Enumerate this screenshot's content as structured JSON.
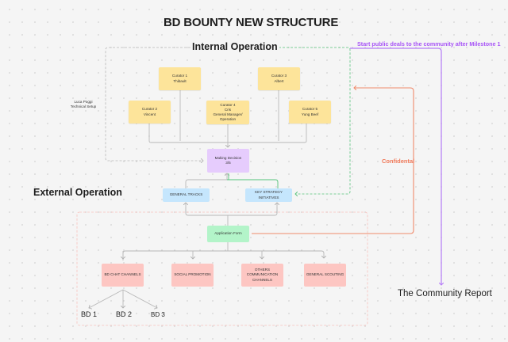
{
  "diagram": {
    "title": "BD BOUNTY NEW STRUCTURE",
    "sections": {
      "internal": "Internal Operation",
      "external": "External Operation"
    },
    "side_note": {
      "line1": "Luca Poggi",
      "line2": "Technical Setup"
    },
    "curators": [
      {
        "line1": "Curator 1",
        "line2": "Thibault"
      },
      {
        "line1": "Curator 2",
        "line2": "Vincent"
      },
      {
        "line1": "Curator 3",
        "line2": "Albert"
      },
      {
        "line1": "Curator 4",
        "line2": "Cris",
        "line3": "General Manager/",
        "line4": "Operation"
      },
      {
        "line1": "Curator 5",
        "line2": "Yung Beef"
      }
    ],
    "decision": {
      "line1": "Making Decision",
      "line2": "3/5"
    },
    "tracks": {
      "general": "GENERAL TRACKS",
      "key_strategy": "KEY STRATEGY INITIATIVES"
    },
    "application_form": "Application Form",
    "channels": [
      {
        "label": "BD CHAT CHANNELS"
      },
      {
        "label": "SOCIAL PROMOTION"
      },
      {
        "line1": "OTHERS",
        "line2": "COMMUNICATION",
        "line3": "CHANNELS"
      },
      {
        "label": "GENERAL SCOUTING"
      }
    ],
    "bd_items": [
      "BD 1",
      "BD 2",
      "BD 3"
    ],
    "annotations": {
      "public_deals": "Start public deals to the community after Milestone 1",
      "confidential": "Confidental",
      "community_report": "The Community Report"
    },
    "colors": {
      "curator": "#fde49a",
      "decision": "#e6ccfd",
      "track": "#c5e6fd",
      "application": "#b3f4c9",
      "channel": "#fdc6c2",
      "purple_arrow": "#a855f7",
      "orange_arrow": "#f08a6b",
      "green_arrow": "#55c27a"
    }
  }
}
